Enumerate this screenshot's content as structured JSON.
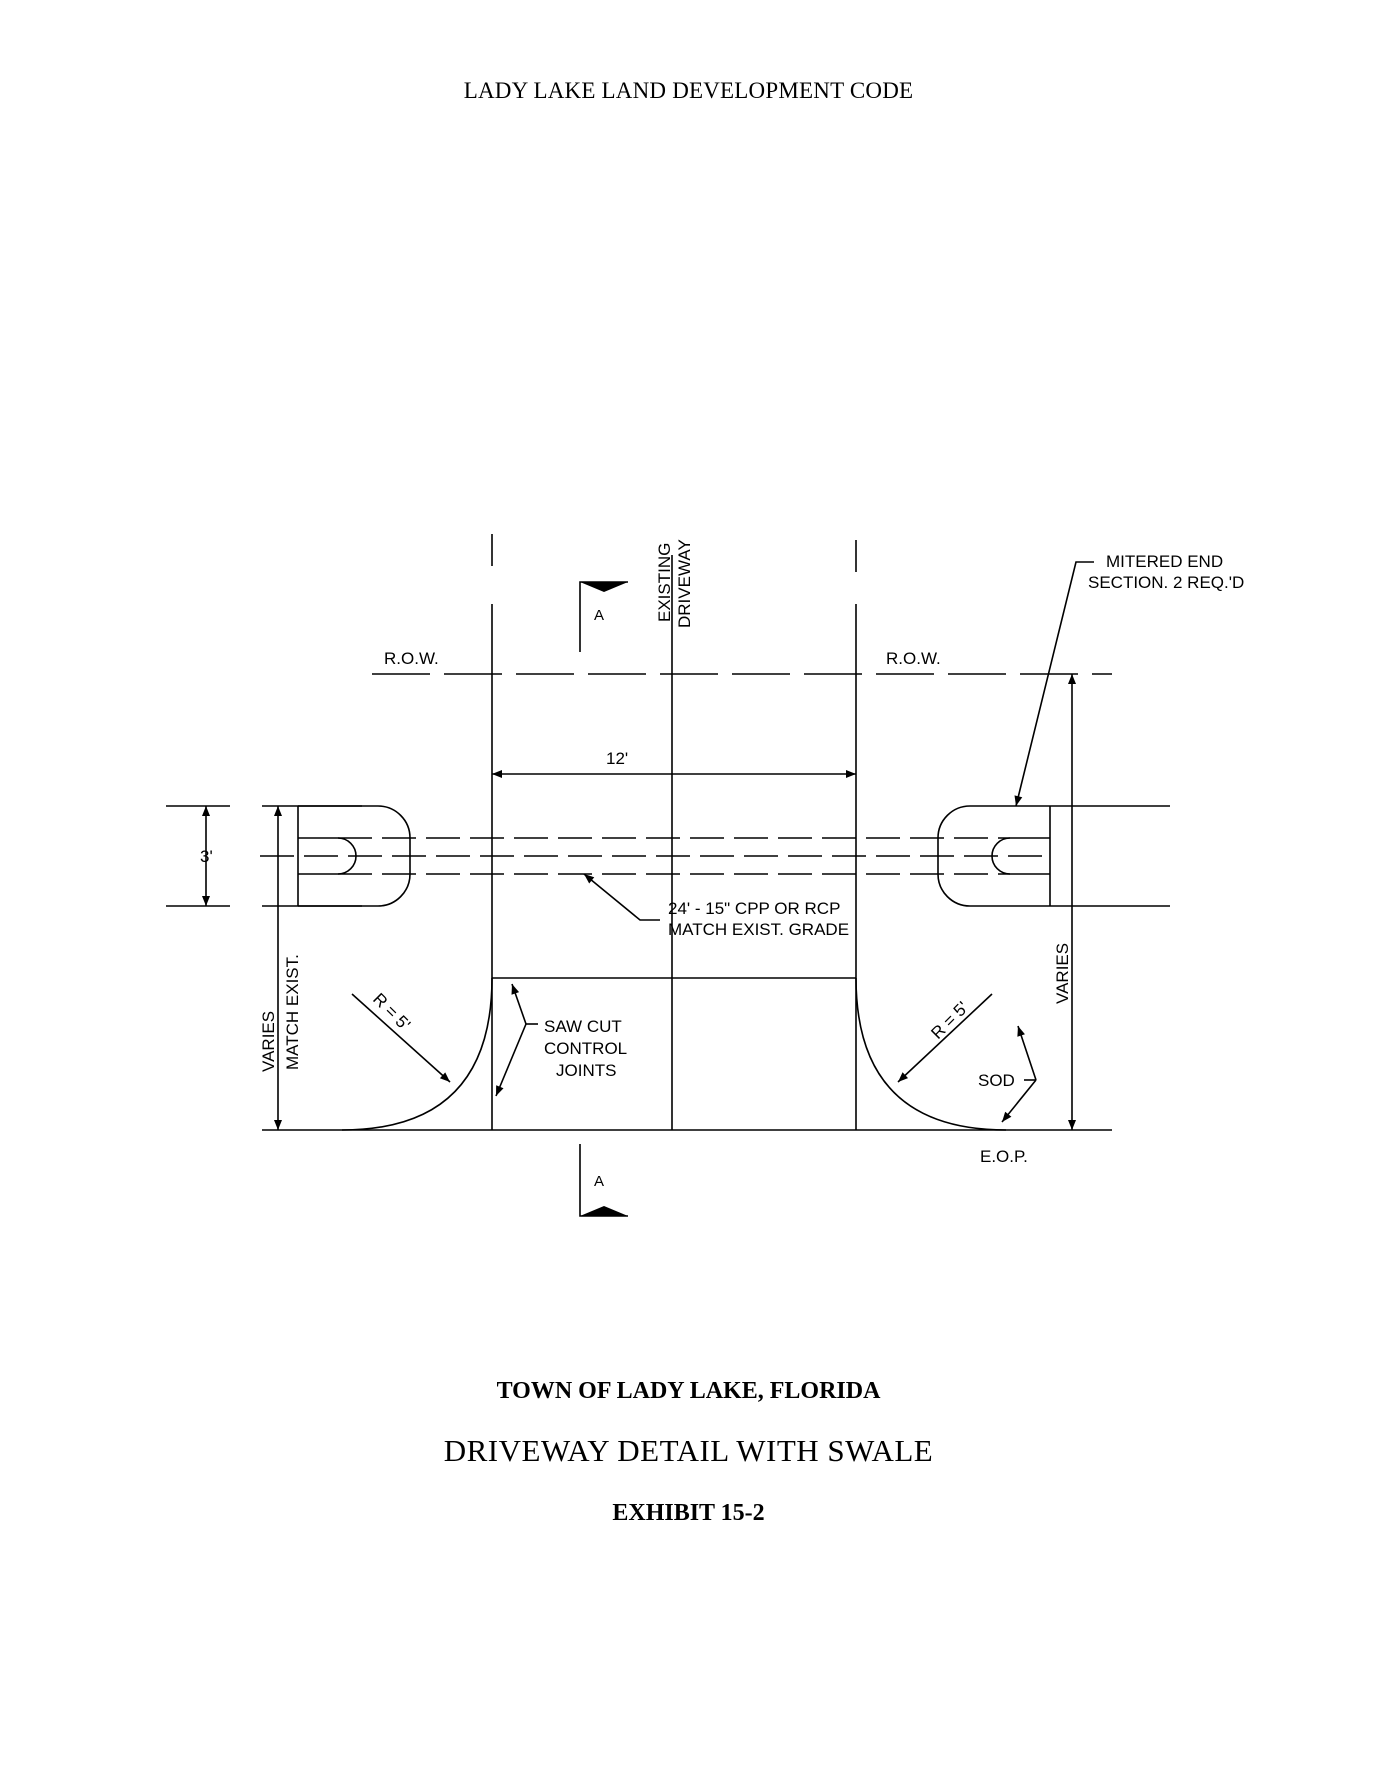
{
  "header": {
    "text": "LADY LAKE LAND DEVELOPMENT CODE"
  },
  "drawing": {
    "labels": {
      "row_left": "R.O.W.",
      "row_right": "R.O.W.",
      "existing": "EXISTING",
      "driveway": "DRIVEWAY",
      "section_top": "A",
      "section_bottom": "A",
      "mitered_1": "MITERED END",
      "mitered_2": "SECTION. 2 REQ.'D",
      "dim_width": "12'",
      "dim_pipe": "3'",
      "pipe_1": "24' - 15\" CPP OR RCP",
      "pipe_2": "MATCH EXIST. GRADE",
      "varies_left": "VARIES",
      "match_left": "MATCH EXIST.",
      "varies_right": "VARIES",
      "radius_left": "R = 5'",
      "radius_right": "R = 5'",
      "saw_1": "SAW CUT",
      "saw_2": "CONTROL",
      "saw_3": "JOINTS",
      "sod": "SOD",
      "eop": "E.O.P."
    }
  },
  "title_block": {
    "line1": "TOWN OF LADY LAKE, FLORIDA",
    "line2": "DRIVEWAY DETAIL WITH SWALE",
    "line3": "EXHIBIT 15-2"
  }
}
